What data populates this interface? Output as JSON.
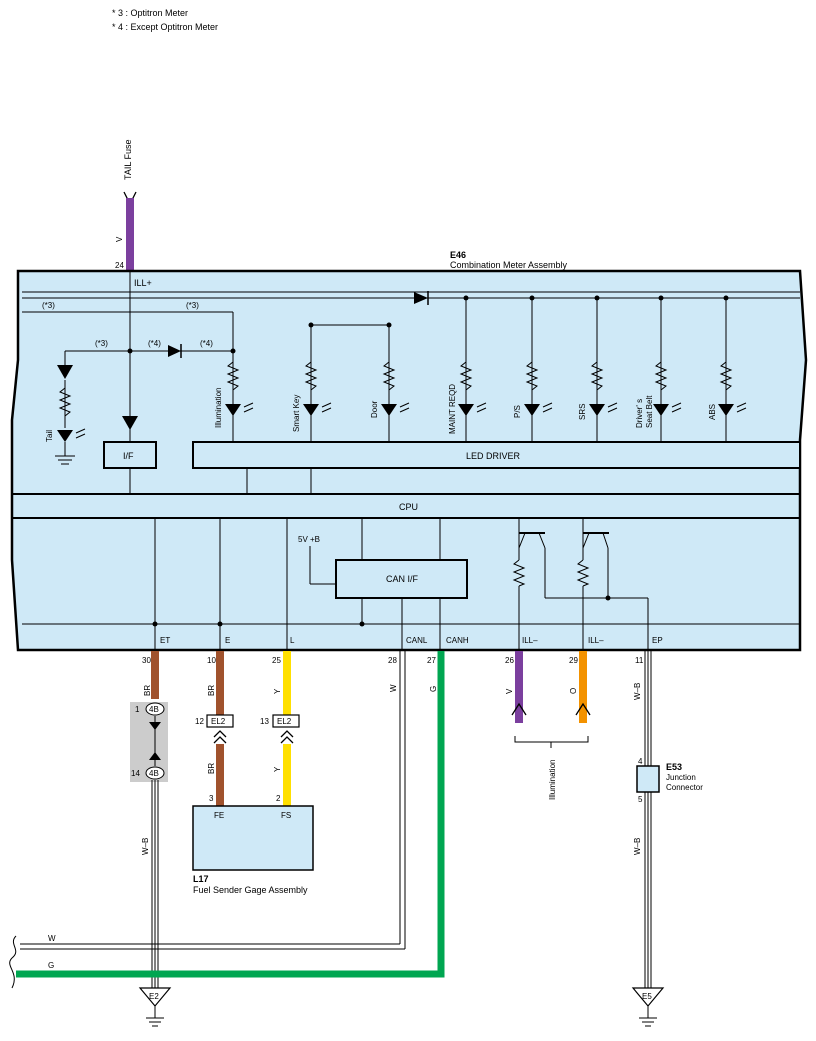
{
  "notes": [
    "* 3 : Optitron Meter",
    "* 4 : Except Optitron Meter"
  ],
  "tail_fuse": "TAIL Fuse",
  "assembly": {
    "id": "E46",
    "name": "Combination Meter Assembly"
  },
  "ill_plus": "ILL+",
  "note3": "(*3)",
  "note4": "(*4)",
  "indicators": [
    "Illumination",
    "Smart Key",
    "Door",
    "MAINT REQD",
    "P/S",
    "SRS",
    "Driver' s",
    "Seat Belt",
    "ABS"
  ],
  "tail_label": "Tail",
  "if_label": "I/F",
  "led_driver": "LED DRIVER",
  "cpu": "CPU",
  "can_if": "CAN I/F",
  "power": "5V +B",
  "terminals": [
    "ET",
    "E",
    "L",
    "CANL",
    "CANH",
    "ILL–",
    "ILL–",
    "EP"
  ],
  "pins": {
    "p24": "24",
    "p30": "30",
    "p10": "10",
    "p25": "25",
    "p28": "28",
    "p27": "27",
    "p26": "26",
    "p29": "29",
    "p11": "11"
  },
  "wire_colors": {
    "V": "V",
    "BR": "BR",
    "Y": "Y",
    "W": "W",
    "G": "G",
    "O": "O",
    "WB": "W–B"
  },
  "connectors": {
    "c4B": "4B",
    "cEL2": "EL2",
    "pin1": "1",
    "pin14": "14",
    "pin12": "12",
    "pin13": "13",
    "pin3": "3",
    "pin2": "2",
    "pin4": "4",
    "pin5": "5"
  },
  "fuel_sender": {
    "id": "L17",
    "name": "Fuel Sender Gage Assembly",
    "fe": "FE",
    "fs": "FS"
  },
  "junction": {
    "id": "E53",
    "line1": "Junction",
    "line2": "Connector"
  },
  "illumination": "Illumination",
  "grounds": {
    "e2": "E2",
    "e5": "E5"
  },
  "colors": {
    "purple": "#7b3f9e",
    "brown": "#a0522d",
    "yellow": "#ffe000",
    "green": "#00a651",
    "orange": "#f39200",
    "fill": "#cfe9f7"
  }
}
